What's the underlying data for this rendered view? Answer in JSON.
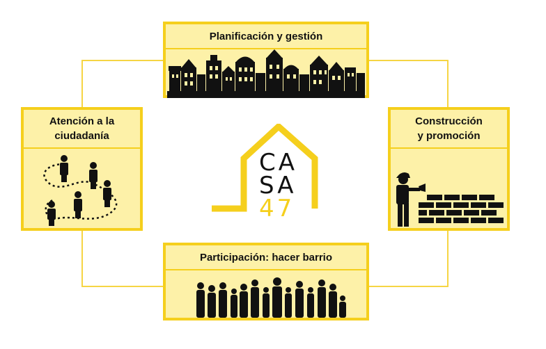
{
  "center": {
    "logo_line1": "CA",
    "logo_line2": "SA",
    "logo_line3": "47",
    "accent_color": "#f5cf1d"
  },
  "boxes": {
    "top": {
      "title": "Planificación y gestión",
      "icon": "cityscape-icon"
    },
    "left": {
      "title_line1": "Atención a la",
      "title_line2": "ciudadanía",
      "icon": "people-network-icon"
    },
    "right": {
      "title_line1": "Construcción",
      "title_line2": "y promoción",
      "icon": "bricklayer-icon"
    },
    "bottom": {
      "title": "Participación: hacer barrio",
      "icon": "crowd-icon"
    }
  },
  "colors": {
    "box_fill": "#fdf1a8",
    "box_border": "#f5cf1d",
    "connector": "#f6d544",
    "icon": "#111111"
  }
}
